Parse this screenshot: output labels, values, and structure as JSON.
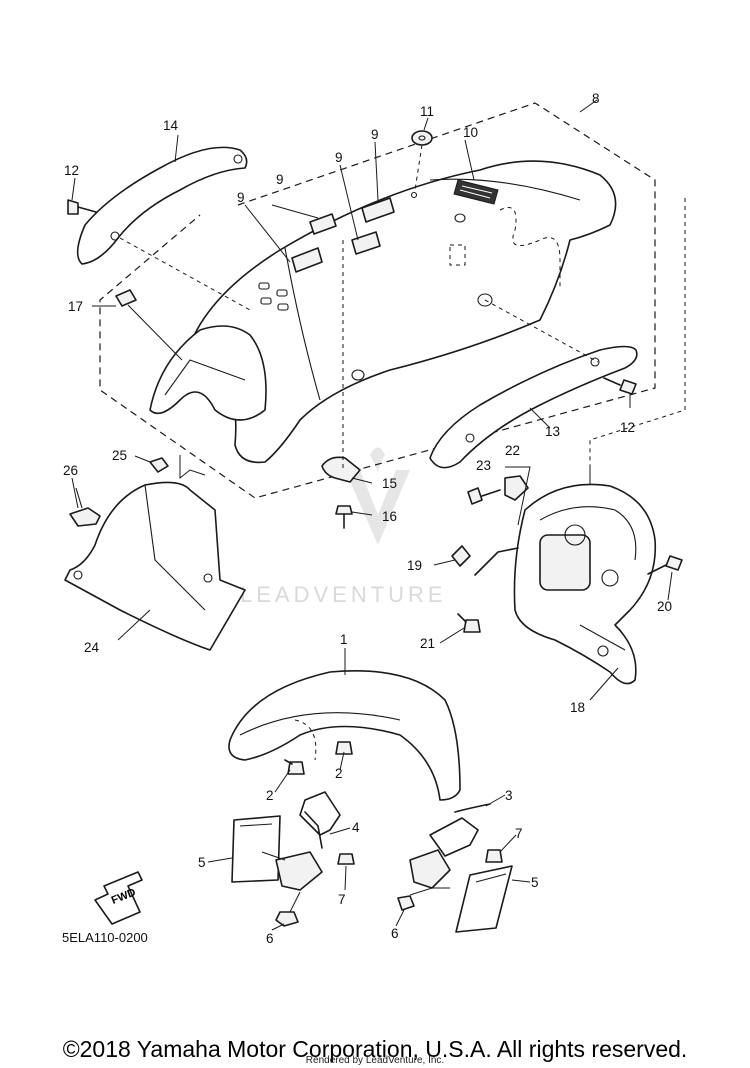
{
  "diagram": {
    "code": "5ELA110-0200",
    "fwd_label": "FWD",
    "watermark": "LEADVENTURE",
    "copyright": "©2018 Yamaha Motor Corporation, U.S.A. All rights reserved.",
    "rendered_by": "Rendered by LeadVenture, Inc.",
    "callouts": [
      {
        "id": "c1",
        "label": "1"
      },
      {
        "id": "c2a",
        "label": "2"
      },
      {
        "id": "c2b",
        "label": "2"
      },
      {
        "id": "c3",
        "label": "3"
      },
      {
        "id": "c4",
        "label": "4"
      },
      {
        "id": "c5a",
        "label": "5"
      },
      {
        "id": "c5b",
        "label": "5"
      },
      {
        "id": "c6a",
        "label": "6"
      },
      {
        "id": "c6b",
        "label": "6"
      },
      {
        "id": "c7a",
        "label": "7"
      },
      {
        "id": "c7b",
        "label": "7"
      },
      {
        "id": "c8",
        "label": "8"
      },
      {
        "id": "c9a",
        "label": "9"
      },
      {
        "id": "c9b",
        "label": "9"
      },
      {
        "id": "c9c",
        "label": "9"
      },
      {
        "id": "c9d",
        "label": "9"
      },
      {
        "id": "c10",
        "label": "10"
      },
      {
        "id": "c11",
        "label": "11"
      },
      {
        "id": "c12a",
        "label": "12"
      },
      {
        "id": "c12b",
        "label": "12"
      },
      {
        "id": "c13",
        "label": "13"
      },
      {
        "id": "c14",
        "label": "14"
      },
      {
        "id": "c15",
        "label": "15"
      },
      {
        "id": "c16",
        "label": "16"
      },
      {
        "id": "c17",
        "label": "17"
      },
      {
        "id": "c18",
        "label": "18"
      },
      {
        "id": "c19",
        "label": "19"
      },
      {
        "id": "c20",
        "label": "20"
      },
      {
        "id": "c21",
        "label": "21"
      },
      {
        "id": "c22",
        "label": "22"
      },
      {
        "id": "c23",
        "label": "23"
      },
      {
        "id": "c24",
        "label": "24"
      },
      {
        "id": "c25",
        "label": "25"
      },
      {
        "id": "c26",
        "label": "26"
      }
    ]
  }
}
